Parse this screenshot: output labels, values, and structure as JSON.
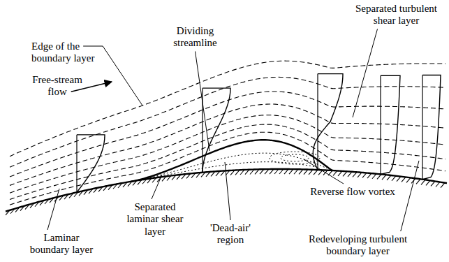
{
  "diagram": {
    "labels": [
      "Edge of the boundary layer",
      "Free-stream flow",
      "Dividing streamline",
      "Separated turbulent shear layer",
      "Separated laminar shear layer",
      "'Dead-air' region",
      "Reverse flow vortex",
      "Laminar boundary layer",
      "Redeveloping turbulent boundary layer"
    ]
  }
}
